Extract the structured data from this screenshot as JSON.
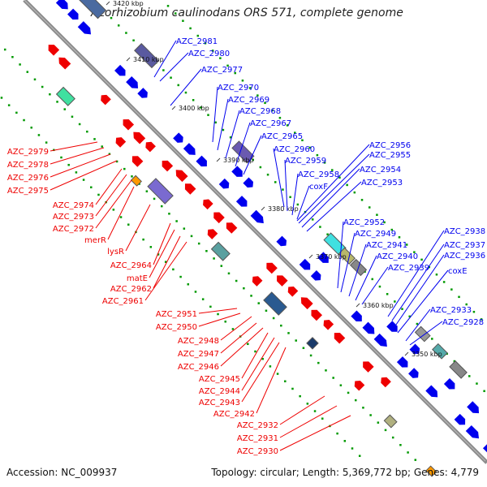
{
  "title": "Azorhizobium caulinodans ORS 571, complete genome",
  "footer": {
    "accession": "Accession: NC_009937",
    "topology": "Topology: circular; Length: 5,369,772 bp; Genes: 4,779"
  },
  "colors": {
    "blue": "#0000ee",
    "red": "#ee0000",
    "green": "#009900",
    "axis": "#8c8c8c"
  },
  "kbp_ticks": [
    {
      "text": "3420 kbp"
    },
    {
      "text": "3410 kbp"
    },
    {
      "text": "3400 kbp"
    },
    {
      "text": "3390 kbp"
    },
    {
      "text": "3380 kbp"
    },
    {
      "text": "3370 kbp"
    },
    {
      "text": "3360 kbp"
    },
    {
      "text": "3350 kbp"
    }
  ],
  "forward_labels": [
    "AZC_2981",
    "AZC_2980",
    "AZC_2977",
    "AZC_2970",
    "AZC_2969",
    "AZC_2968",
    "AZC_2967",
    "AZC_2965",
    "AZC_2960",
    "AZC_2959",
    "AZC_2958",
    "coxF",
    "AZC_2956",
    "AZC_2955",
    "AZC_2954",
    "AZC_2953",
    "AZC_2952",
    "AZC_2949",
    "AZC_2941",
    "AZC_2940",
    "AZC_2939",
    "AZC_2938",
    "AZC_2937",
    "AZC_2936",
    "coxE",
    "AZC_2933",
    "AZC_2928"
  ],
  "reverse_labels": [
    "AZC_2979",
    "AZC_2978",
    "AZC_2976",
    "AZC_2975",
    "AZC_2974",
    "AZC_2973",
    "AZC_2972",
    "merR",
    "lysR",
    "AZC_2964",
    "matE",
    "AZC_2962",
    "AZC_2961",
    "AZC_2951",
    "AZC_2950",
    "AZC_2948",
    "AZC_2947",
    "AZC_2946",
    "AZC_2945",
    "AZC_2944",
    "AZC_2943",
    "AZC_2942",
    "AZC_2932",
    "AZC_2931",
    "AZC_2930"
  ]
}
